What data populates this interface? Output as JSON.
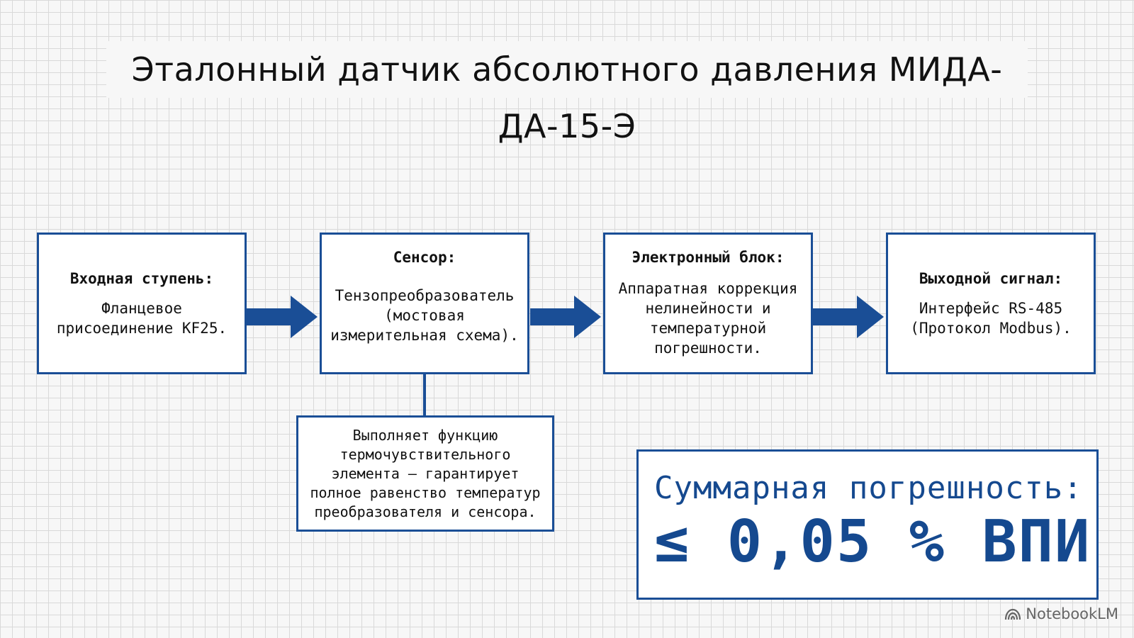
{
  "title": "Эталонный датчик абсолютного давления МИДА-ДА-15-Э",
  "colors": {
    "accent": "#1a4e96",
    "summary_text": "#15498f",
    "grid": "#d9d9d9",
    "background": "#f7f7f7"
  },
  "stages": [
    {
      "title": "Входная ступень:",
      "text": "Фланцевое присоединение KF25."
    },
    {
      "title": "Сенсор:",
      "text": "Тензопреобразователь (мостовая измерительная схема)."
    },
    {
      "title": "Электронный блок:",
      "text": "Аппаратная коррекция нелинейности и температурной погрешности."
    },
    {
      "title": "Выходной сигнал:",
      "text": "Интерфейс RS-485 (Протокол Modbus)."
    }
  ],
  "sensor_note": "Выполняет функцию термочувствительного элемента — гарантирует полное равенство температур преобразователя и сенсора.",
  "summary": {
    "label": "Суммарная погрешность:",
    "value": "≤ 0,05 % ВПИ"
  },
  "watermark": "NotebookLM",
  "icons": {
    "arrow": "right-arrow-icon",
    "watermark": "notebooklm-logo-icon"
  }
}
